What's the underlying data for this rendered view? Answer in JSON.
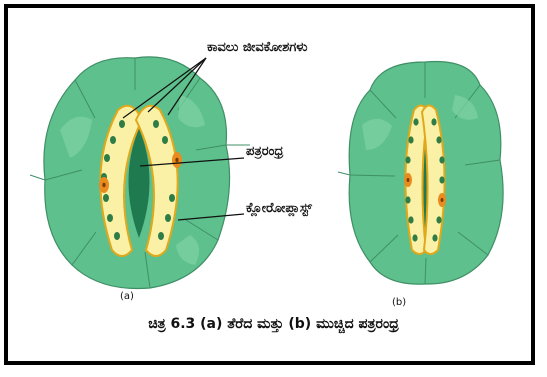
{
  "labels": {
    "guard_cells": "ಕಾವಲು ಜೀವಕೋಶಗಳು",
    "stomatal_pore": "ಪತ್ರರಂಧ್ರ",
    "chloroplast": "ಕ್ಲೋರೋಪ್ಲಾಸ್ಟ್"
  },
  "sub_labels": {
    "a": "(a)",
    "b": "(b)"
  },
  "caption": "ಚಿತ್ರ 6.3 (a) ತೆರೆದ ಮತ್ತು (b) ಮುಚ್ಚಿದ ಪತ್ರರಂಧ್ರ",
  "colors": {
    "cell_fill": "#5ec08c",
    "cell_fill_light": "#7fd3a4",
    "cell_border": "#3f8f66",
    "guard_fill": "#fbf1a6",
    "guard_border": "#e0a81c",
    "pore": "#1f7a4f",
    "chloroplast": "#2e7d46",
    "nucleus": "#e98b1f",
    "frame": "#000000"
  }
}
